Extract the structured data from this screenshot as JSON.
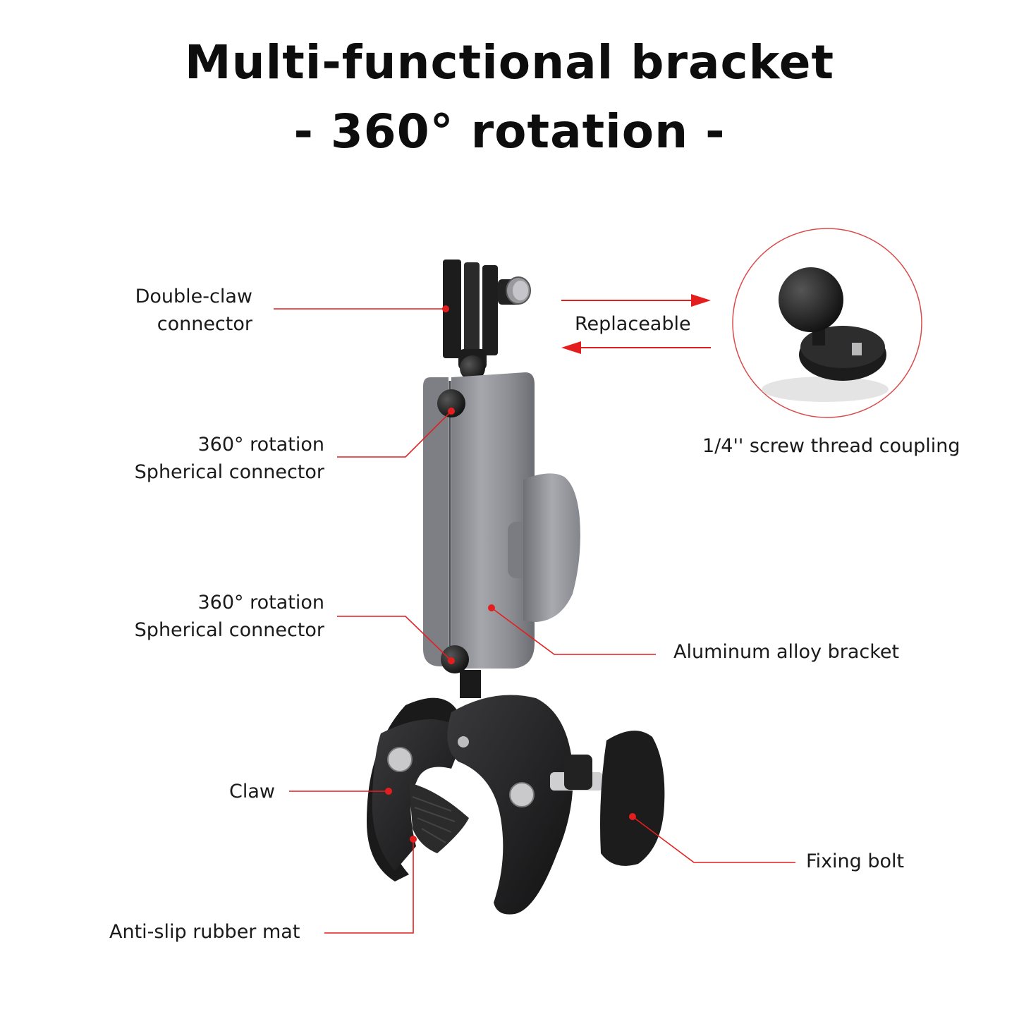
{
  "title": {
    "line1": "Multi-functional bracket",
    "line2": "- 360° rotation -"
  },
  "labels": {
    "double_claw_1": "Double-claw",
    "double_claw_2": "connector",
    "rot1_a": "360° rotation",
    "rot1_b": "Spherical connector",
    "rot2_a": "360° rotation",
    "rot2_b": "Spherical connector",
    "claw": "Claw",
    "antislip": "Anti-slip rubber mat",
    "replaceable": "Replaceable",
    "coupling": "1/4'' screw thread coupling",
    "aluminum": "Aluminum alloy bracket",
    "fixing_bolt": "Fixing bolt"
  },
  "colors": {
    "accent": "#e41e1e",
    "metal": "#8f9096",
    "black": "#1b1b1c"
  }
}
